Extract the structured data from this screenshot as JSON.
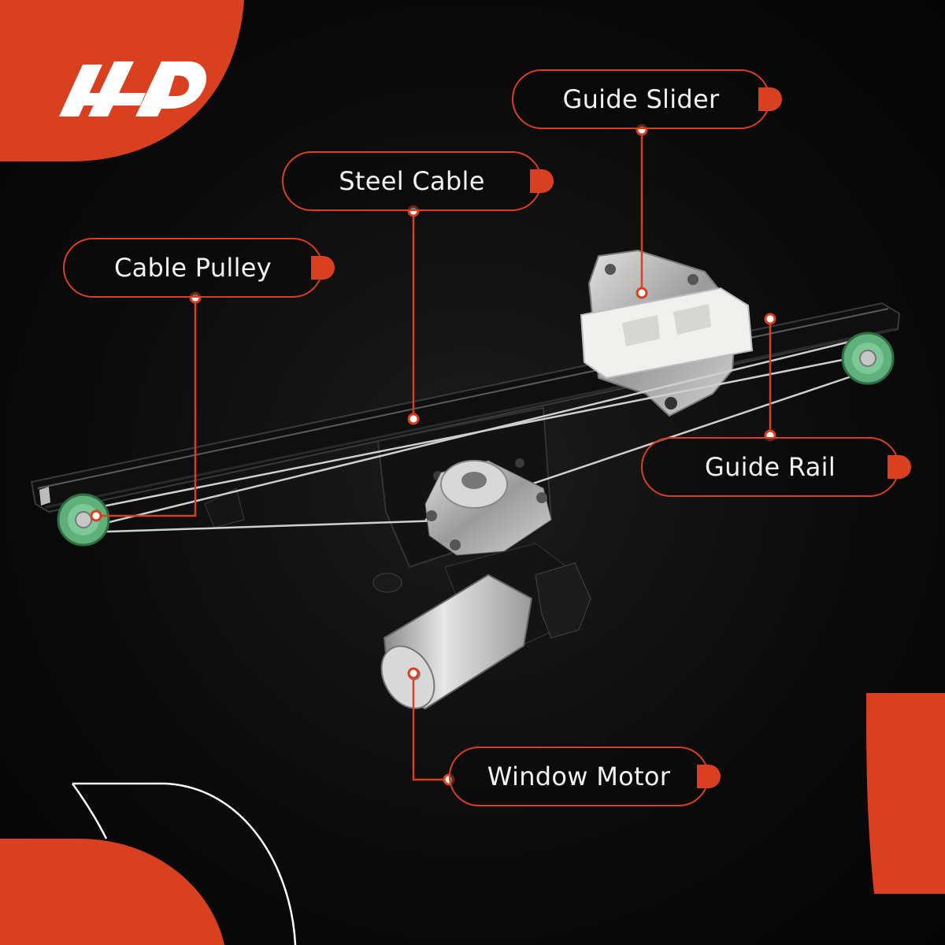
{
  "brand": {
    "logo_text": "A1P",
    "accent_color": "#d8401f"
  },
  "diagram": {
    "subject": "window regulator with motor",
    "labels": [
      {
        "id": "guide_slider",
        "text": "Guide Slider"
      },
      {
        "id": "steel_cable",
        "text": "Steel Cable"
      },
      {
        "id": "cable_pulley",
        "text": "Cable Pulley"
      },
      {
        "id": "guide_rail",
        "text": "Guide Rail"
      },
      {
        "id": "window_motor",
        "text": "Window Motor"
      }
    ]
  }
}
